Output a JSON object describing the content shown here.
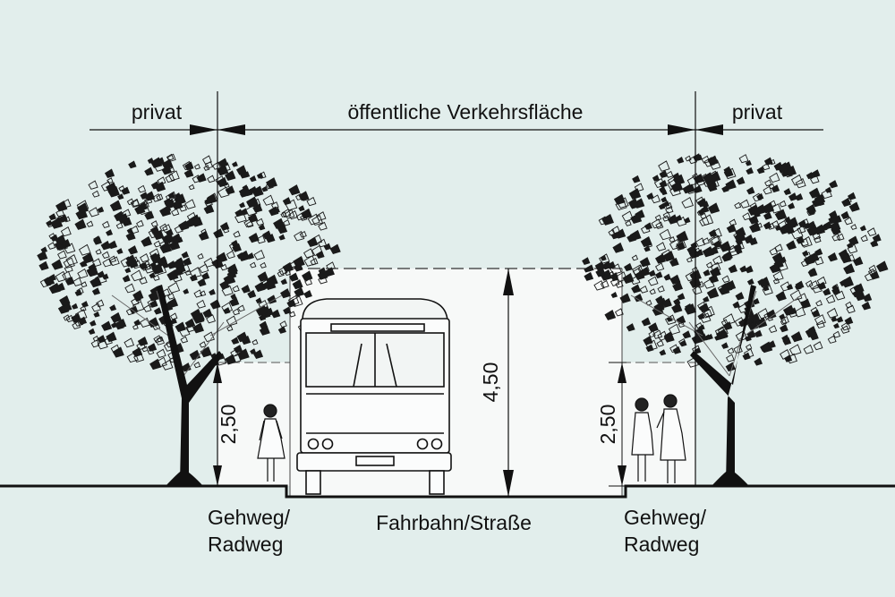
{
  "labels": {
    "private_left": "privat",
    "public_space": "öffentliche Verkehrsfläche",
    "private_right": "privat",
    "sidewalk_left_line1": "Gehweg/",
    "sidewalk_left_line2": "Radweg",
    "roadway": "Fahrbahn/Straße",
    "sidewalk_right_line1": "Gehweg/",
    "sidewalk_right_line2": "Radweg",
    "height_road": "4,50",
    "height_sidewalk_left": "2,50",
    "height_sidewalk_right": "2,50"
  },
  "colors": {
    "background": "#e2eeec",
    "clearance_box": "#f7f9f8",
    "ink": "#111111"
  },
  "icons": {
    "tree": "deciduous-tree",
    "bus": "bus-front",
    "pedestrian": "woman-walking",
    "pedestrians": "two-women-talking"
  }
}
